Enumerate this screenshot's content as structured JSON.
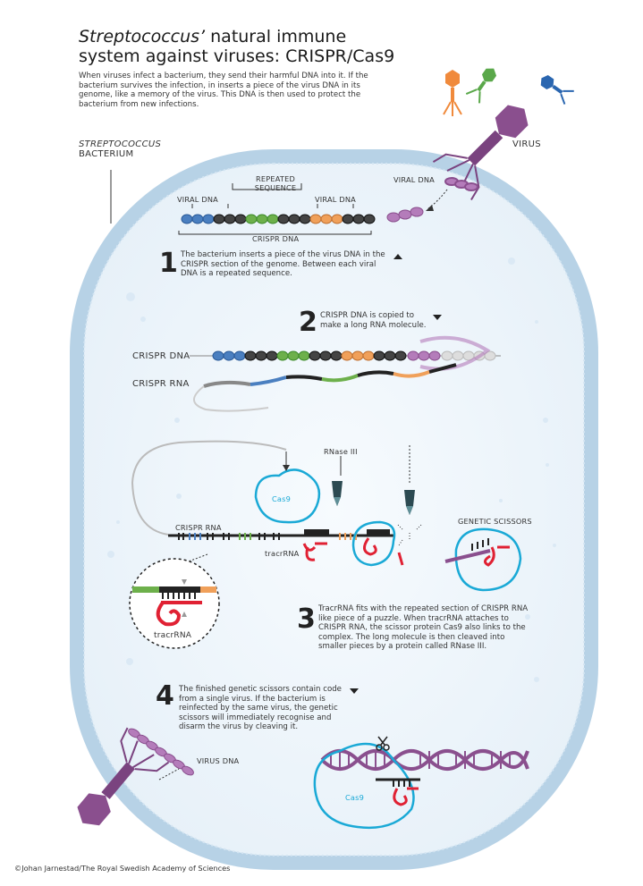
{
  "header": {
    "title_italic": "Streptococcus’",
    "title_rest": " natural immune system against viruses: CRISPR/Cas9",
    "intro": "When viruses infect a bacterium, they send their harmful DNA into it. If the bacterium survives the infection, in inserts a piece of the virus DNA in its genome, like a memory of the virus. This DNA is then used to protect the bacterium from new infections."
  },
  "labels": {
    "bacterium_italic": "STREPTOCOCCUS",
    "bacterium": "BACTERIUM",
    "virus": "VIRUS",
    "repeated_sequence": "REPEATED SEQUENCE",
    "viral_dna_1": "VIRAL DNA",
    "viral_dna_2": "VIRAL DNA",
    "viral_dna_3": "VIRAL DNA",
    "crispr_dna_bracket": "CRISPR DNA",
    "crispr_dna": "CRISPR DNA",
    "crispr_rna": "CRISPR RNA",
    "crispr_rna_2": "CRISPR RNA",
    "rnase": "RNase III",
    "cas9": "Cas9",
    "cas9_2": "Cas9",
    "tracr": "tracrRNA",
    "tracr_zoom": "tracrRNA",
    "genetic_scissors": "GENETIC SCISSORS",
    "virus_dna": "VIRUS DNA"
  },
  "steps": [
    {
      "num": "1",
      "text": "The bacterium inserts a piece of the virus DNA in the CRISPR section of the genome. Between each viral DNA is a repeated sequence."
    },
    {
      "num": "2",
      "text": "CRISPR DNA is copied to make a long RNA molecule."
    },
    {
      "num": "3",
      "text": "TracrRNA fits with the repeated section of CRISPR RNA like piece of a puzzle. When tracrRNA attaches to CRISPR RNA, the scissor protein Cas9 also links to the complex. The long molecule is then cleaved into smaller pieces by a protein called RNase III."
    },
    {
      "num": "4",
      "text": "The finished genetic scissors contain code from a single virus. If the bacterium is reinfected by the same virus, the genetic scissors will immediately recognise and disarm the virus by cleaving it."
    }
  ],
  "credit": "©Johan Jarnestad/The Royal Swedish Academy of Sciences",
  "colors": {
    "cell_border": "#a9c8e0",
    "cell_fill": "#eaf3fa",
    "virus": "#8a4f8e",
    "cas9": "#1aa9d6",
    "tracr": "#e02133",
    "viral_blue": "#4a7fc0",
    "viral_green": "#6db04b",
    "viral_orange": "#f0a05a",
    "repeat_black": "#222222"
  },
  "icons": [
    "bacteriophage-icon",
    "scissors-icon"
  ]
}
